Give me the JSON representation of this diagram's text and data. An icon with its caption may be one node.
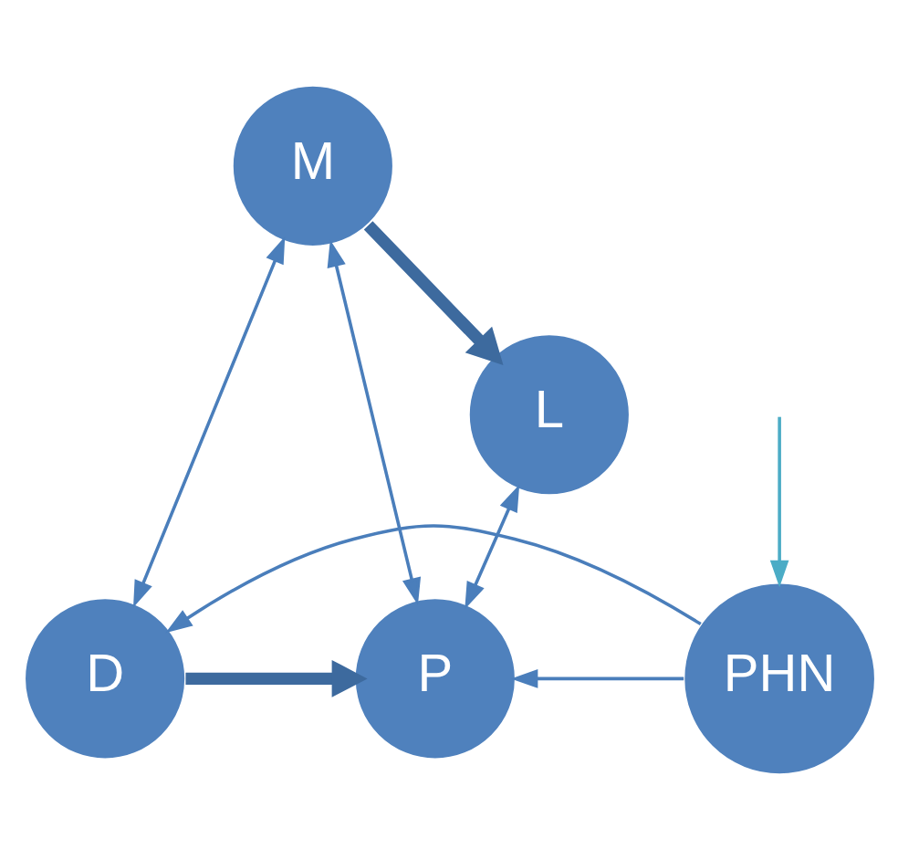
{
  "diagram": {
    "nodes": [
      {
        "text": [
          "M"
        ]
      },
      {
        "text": [
          "D"
        ]
      },
      {
        "text": [
          "PHN"
        ]
      },
      {
        "text": [
          "P"
        ]
      },
      {
        "text": [
          "L"
        ]
      }
    ],
    "edges": [
      {
        "from": 0,
        "to": 1,
        "arrow": "both"
      },
      {
        "from": 0,
        "to": 3,
        "arrow": "both"
      },
      {
        "from": null,
        "to": 2,
        "arrow": "to",
        "color": "#4bacc6"
      },
      {
        "from": 2,
        "to": 1,
        "arrow": "to"
      },
      {
        "from": 2,
        "to": 3,
        "arrow": "to"
      },
      {
        "from": 0,
        "to": 4,
        "arrow": "to",
        "style": "thick",
        "color": "#3d6a9e"
      },
      {
        "from": 1,
        "to": 3,
        "arrow": "to",
        "style": "thick",
        "color": "#3d6a9e"
      },
      {
        "from": 4,
        "to": 3,
        "arrow": "both"
      }
    ]
  }
}
